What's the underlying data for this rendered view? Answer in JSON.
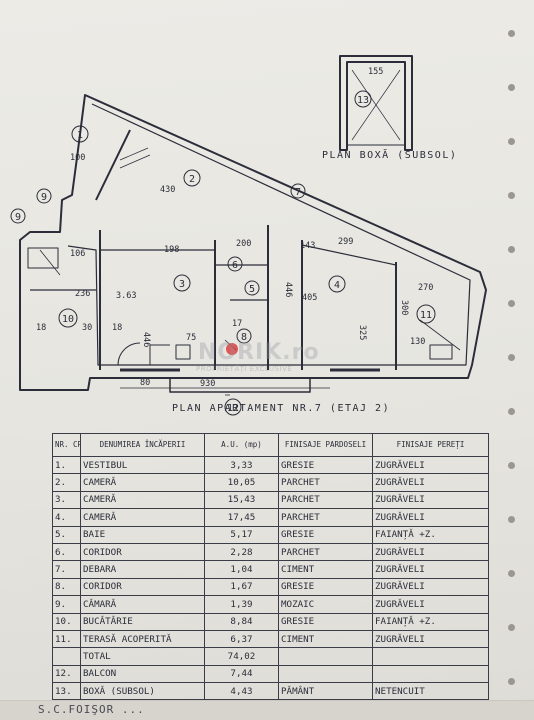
{
  "plan": {
    "title": "PLAN APARTAMENT NR.7 (ETAJ 2)",
    "box_title": "PLAN BOXĂ (SUBSOL)",
    "box_dim": "155",
    "box_room": "13",
    "rooms": [
      "1",
      "2",
      "3",
      "4",
      "5",
      "6",
      "7",
      "8",
      "9",
      "10",
      "11",
      "12"
    ],
    "dims": {
      "d100": "100",
      "d430": "430",
      "d18a": "18",
      "d236": "236",
      "d363": "3.63",
      "d446a": "446",
      "d446b": "446",
      "d405": "405",
      "d270": "270",
      "d300": "300",
      "d325": "325",
      "d930": "930",
      "d80": "80",
      "d18b": "18",
      "d30": "30",
      "d198": "198",
      "d106": "106",
      "d200": "200",
      "d143": "143",
      "d299": "299",
      "d130": "130",
      "d17": "17",
      "d75": "75"
    }
  },
  "watermark": {
    "brand": "NORIK.ro",
    "tagline": "PROPRIETĂȚI EXCLUSIVE"
  },
  "table": {
    "headers": [
      "NR. CRT.",
      "DENUMIREA ÎNCĂPERII",
      "A.U. (mp)",
      "FINISAJE PARDOSELI",
      "FINISAJE PEREȚI"
    ],
    "rows": [
      {
        "nr": "1.",
        "name": "VESTIBUL",
        "au": "3,33",
        "floor": "GRESIE",
        "wall": "ZUGRĂVELI"
      },
      {
        "nr": "2.",
        "name": "CAMERĂ",
        "au": "10,05",
        "floor": "PARCHET",
        "wall": "ZUGRĂVELI"
      },
      {
        "nr": "3.",
        "name": "CAMERĂ",
        "au": "15,43",
        "floor": "PARCHET",
        "wall": "ZUGRĂVELI"
      },
      {
        "nr": "4.",
        "name": "CAMERĂ",
        "au": "17,45",
        "floor": "PARCHET",
        "wall": "ZUGRĂVELI"
      },
      {
        "nr": "5.",
        "name": "BAIE",
        "au": "5,17",
        "floor": "GRESIE",
        "wall": "FAIANȚĂ +Z."
      },
      {
        "nr": "6.",
        "name": "CORIDOR",
        "au": "2,28",
        "floor": "PARCHET",
        "wall": "ZUGRĂVELI"
      },
      {
        "nr": "7.",
        "name": "DEBARA",
        "au": "1,04",
        "floor": "CIMENT",
        "wall": "ZUGRĂVELI"
      },
      {
        "nr": "8.",
        "name": "CORIDOR",
        "au": "1,67",
        "floor": "GRESIE",
        "wall": "ZUGRĂVELI"
      },
      {
        "nr": "9.",
        "name": "CĂMARĂ",
        "au": "1,39",
        "floor": "MOZAIC",
        "wall": "ZUGRĂVELI"
      },
      {
        "nr": "10.",
        "name": "BUCĂTĂRIE",
        "au": "8,84",
        "floor": "GRESIE",
        "wall": "FAIANȚĂ +Z."
      },
      {
        "nr": "11.",
        "name": "TERASĂ ACOPERITĂ",
        "au": "6,37",
        "floor": "CIMENT",
        "wall": "ZUGRĂVELI"
      },
      {
        "nr": "",
        "name": "TOTAL",
        "au": "74,02",
        "floor": "",
        "wall": ""
      },
      {
        "nr": "12.",
        "name": "BALCON",
        "au": "7,44",
        "floor": "",
        "wall": ""
      },
      {
        "nr": "13.",
        "name": "BOXĂ (SUBSOL)",
        "au": "4,43",
        "floor": "PĂMÂNT",
        "wall": "NETENCUIT"
      }
    ]
  },
  "footer": {
    "signature": "S.C.FOIŞOR ..."
  },
  "colors": {
    "ink": "#2b2d3a",
    "paper": "#e8e7e1",
    "watermark_red": "#dc2828"
  }
}
